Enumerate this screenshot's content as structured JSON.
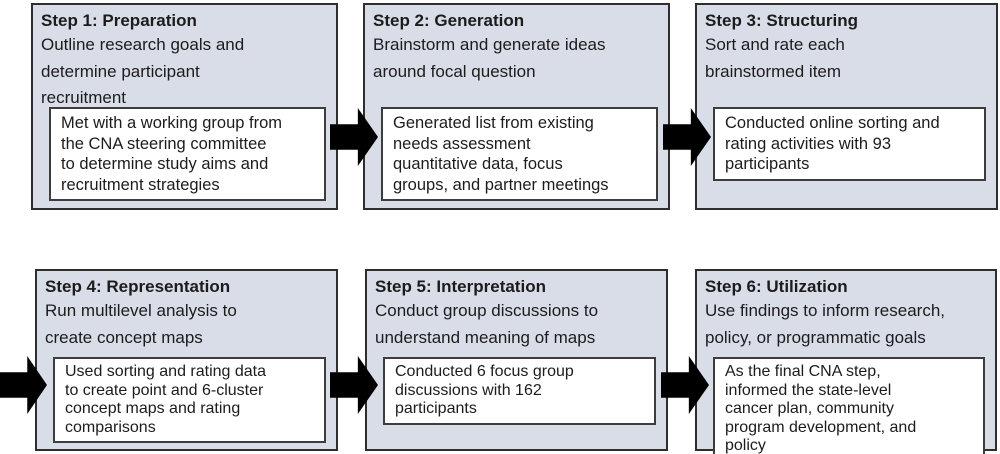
{
  "figure": {
    "type": "process-flow-diagram",
    "rows": 2,
    "columns": 3,
    "colors": {
      "step_box_fill": "#d8dde8",
      "step_box_border": "#2e2e2e",
      "detail_box_fill": "#ffffff",
      "detail_box_border": "#3d3d3d",
      "arrow": "#000000",
      "text": "#1c1c1c"
    },
    "icons": {
      "flow_arrow": "block-arrow-right"
    },
    "steps": [
      {
        "title": "Step 1: Preparation",
        "description": "Outline research goals and\ndetermine participant\nrecruitment",
        "detail": "Met with a working group from\nthe CNA steering committee\nto determine study aims and\nrecruitment strategies"
      },
      {
        "title": "Step 2: Generation",
        "description": "Brainstorm and generate ideas\naround focal question",
        "detail": "Generated list from existing\nneeds assessment\nquantitative data, focus\ngroups, and partner meetings"
      },
      {
        "title": "Step 3: Structuring",
        "description": "Sort and rate each\nbrainstormed item",
        "detail": "Conducted online sorting and\nrating activities with 93\nparticipants"
      },
      {
        "title": "Step 4: Representation",
        "description": "Run multilevel analysis to\ncreate concept maps",
        "detail": "Used sorting and rating data\nto create point and 6-cluster\nconcept maps and rating\ncomparisons"
      },
      {
        "title": "Step 5: Interpretation",
        "description": "Conduct group discussions to\nunderstand meaning of maps",
        "detail": "Conducted 6 focus group\ndiscussions with 162\nparticipants"
      },
      {
        "title": "Step 6: Utilization",
        "description": "Use findings to inform research,\npolicy, or programmatic goals",
        "detail": "As the final CNA step,\ninformed the state-level\ncancer plan, community\nprogram development, and\npolicy"
      }
    ]
  }
}
